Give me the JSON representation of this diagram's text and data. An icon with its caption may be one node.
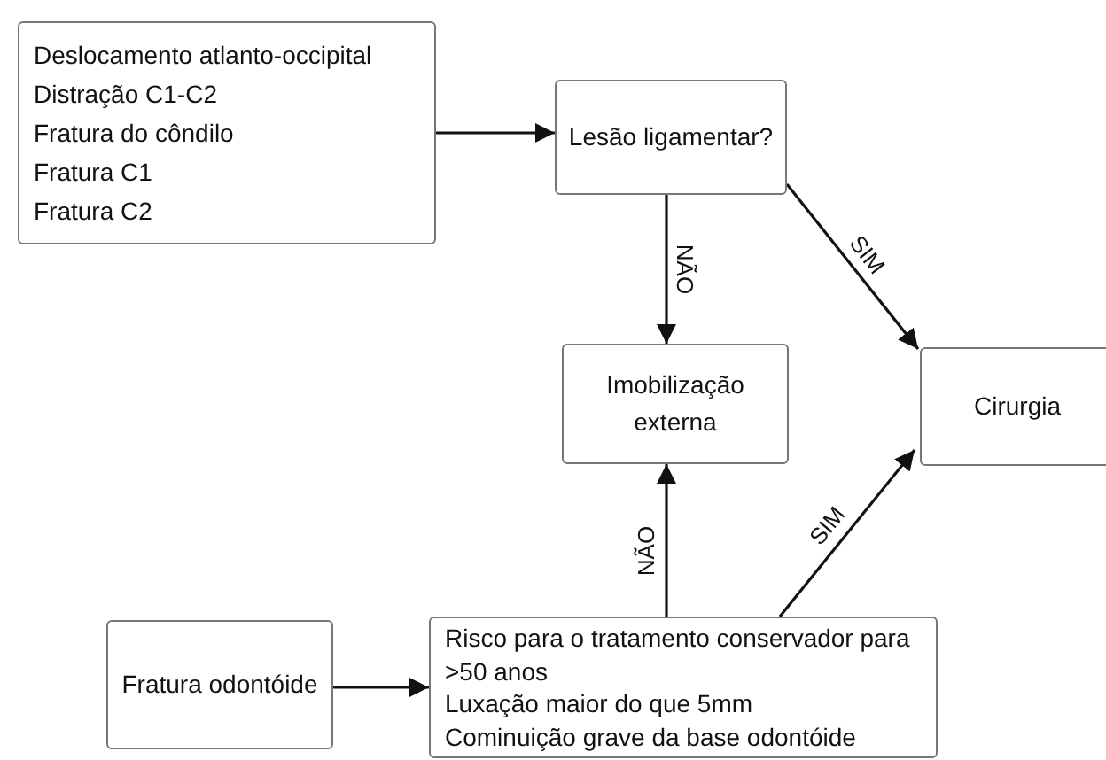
{
  "diagram": {
    "nodes": [
      {
        "text": [
          "Deslocamento atlanto-occipital",
          "Distração C1-C2",
          "Fratura do côndilo",
          "Fratura C1",
          "Fratura C2"
        ]
      },
      {
        "text": [
          "Lesão ligamentar?"
        ]
      },
      {
        "text": [
          "Imobilização externa"
        ]
      },
      {
        "text": [
          "Cirurgia"
        ]
      },
      {
        "text": [
          "Fratura odontóide"
        ]
      },
      {
        "text": [
          "Risco para o tratamento conservador para >50 anos",
          "Luxação maior do que 5mm",
          "Cominuição grave da base odontóide"
        ]
      }
    ],
    "edges": [
      {
        "from": 0,
        "to": 1,
        "arrow": "to"
      },
      {
        "from": 1,
        "to": 2,
        "arrow": "to",
        "label": "NÃO"
      },
      {
        "from": 1,
        "to": 3,
        "arrow": "to",
        "label": "SIM"
      },
      {
        "from": 5,
        "to": 2,
        "arrow": "to",
        "label": "NÃO"
      },
      {
        "from": 5,
        "to": 3,
        "arrow": "to",
        "label": "SIM"
      },
      {
        "from": 4,
        "to": 5,
        "arrow": "to"
      }
    ]
  }
}
